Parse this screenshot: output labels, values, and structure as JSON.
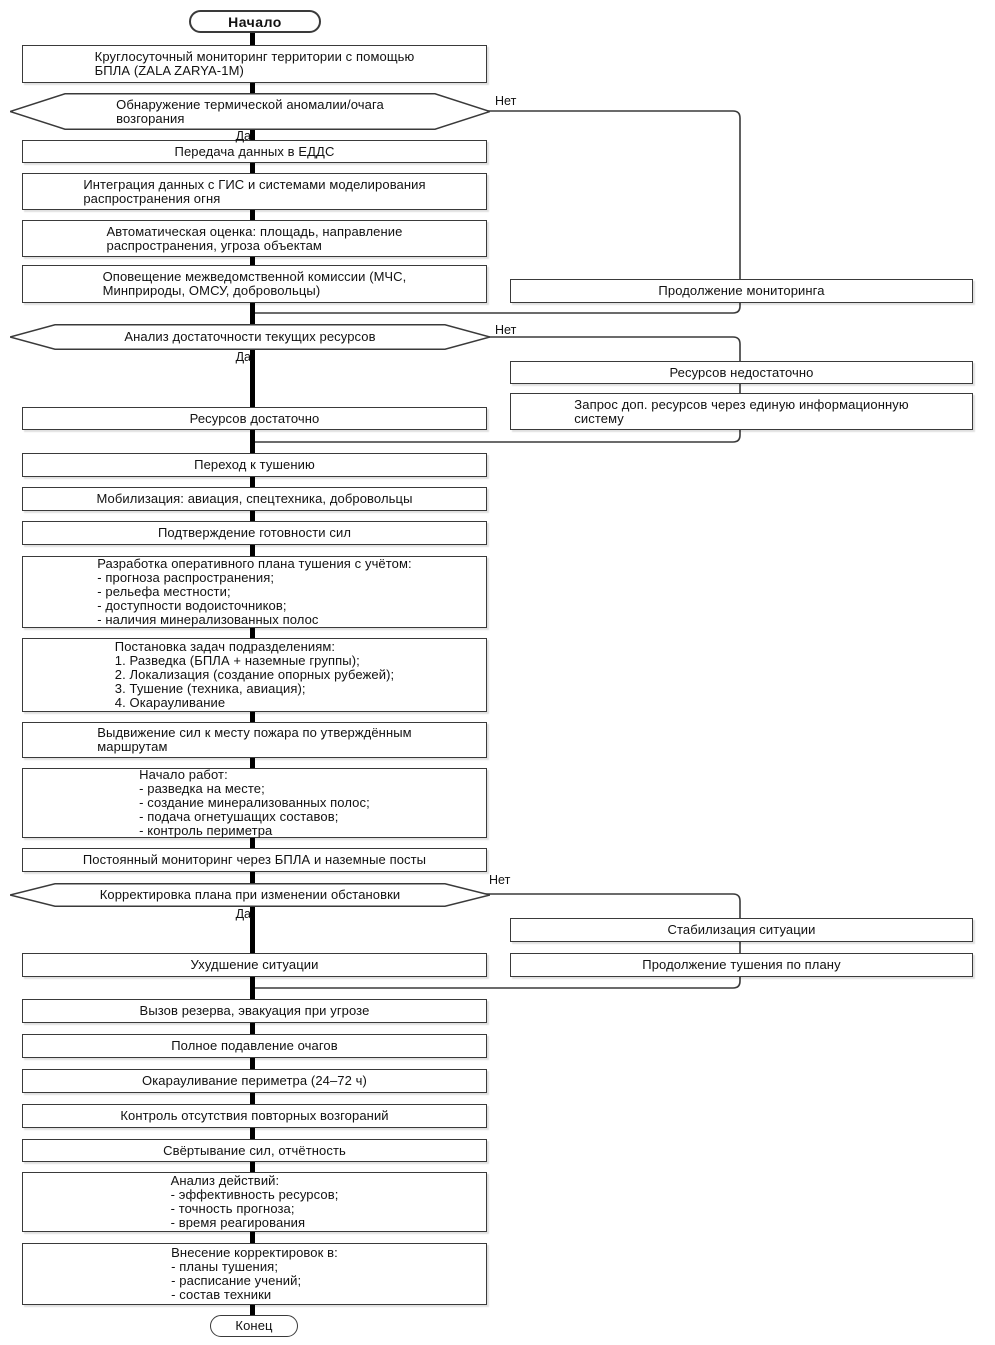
{
  "labels": {
    "yes": "Да",
    "no": "Нет"
  },
  "style": {
    "line_color": "#000000",
    "border_color": "#3a3a3a",
    "background": "#ffffff"
  },
  "nodes": {
    "start": "Начало",
    "monitoring": "Круглосуточный мониторинг территории с помощью\nБПЛА (ZALA ZARYA-1M)",
    "detect_decision": "Обнаружение термической аномалии/очага\nвозгорания",
    "transfer_edds": "Передача данных в ЕДДС",
    "gis_integration": "Интеграция данных с ГИС и системами моделирования\nраспространения огня",
    "auto_assessment": "Автоматическая оценка: площадь, направление\nраспространения, угроза объектам",
    "notify_commission": "Оповещение межведомственной комиссии (МЧС,\nМинприроды, ОМСУ, добровольцы)",
    "continue_monitoring": "Продолжение мониторинга",
    "resources_decision": "Анализ достаточности текущих ресурсов",
    "resources_insufficient": "Ресурсов недостаточно",
    "request_resources": "Запрос доп. ресурсов через единую информационную\nсистему",
    "resources_sufficient": "Ресурсов достаточно",
    "start_extinguishing": "Переход к тушению",
    "mobilization": "Мобилизация: авиация, спецтехника, добровольцы",
    "readiness_confirmation": "Подтверждение готовности сил",
    "operational_plan": "Разработка оперативного плана тушения с учётом:\n- прогноза распространения;\n- рельефа местности;\n- доступности водоисточников;\n- наличия минерализованных полос",
    "task_assignment": "Постановка задач подразделениям:\n1. Разведка (БПЛА + наземные группы);\n2. Локализация (создание опорных рубежей);\n3. Тушение (техника, авиация);\n4. Окарауливание",
    "forces_advance": "Выдвижение сил к месту пожара по утверждённым\nмаршрутам",
    "work_start": "Начало работ:\n- разведка на месте;\n- создание минерализованных полос;\n- подача огнетушащих составов;\n- контроль периметра",
    "constant_monitoring": "Постоянный мониторинг через БПЛА и наземные посты",
    "adjustment_decision": "Корректировка плана при изменении обстановки",
    "stabilization": "Стабилизация ситуации",
    "continue_plan": "Продолжение тушения по плану",
    "worsening": "Ухудшение ситуации",
    "reserve_call": "Вызов резерва, эвакуация при угрозе",
    "full_suppression": "Полное подавление очагов",
    "perimeter_guard": "Окарауливание периметра (24–72 ч)",
    "reignition_control": "Контроль отсутствия повторных возгораний",
    "withdrawal": "Свёртывание сил, отчётность",
    "action_analysis": "Анализ действий:\n- эффективность ресурсов;\n- точность прогноза;\n- время реагирования",
    "corrections": "Внесение корректировок в:\n- планы тушения;\n- расписание учений;\n- состав техники",
    "end": "Конец"
  }
}
